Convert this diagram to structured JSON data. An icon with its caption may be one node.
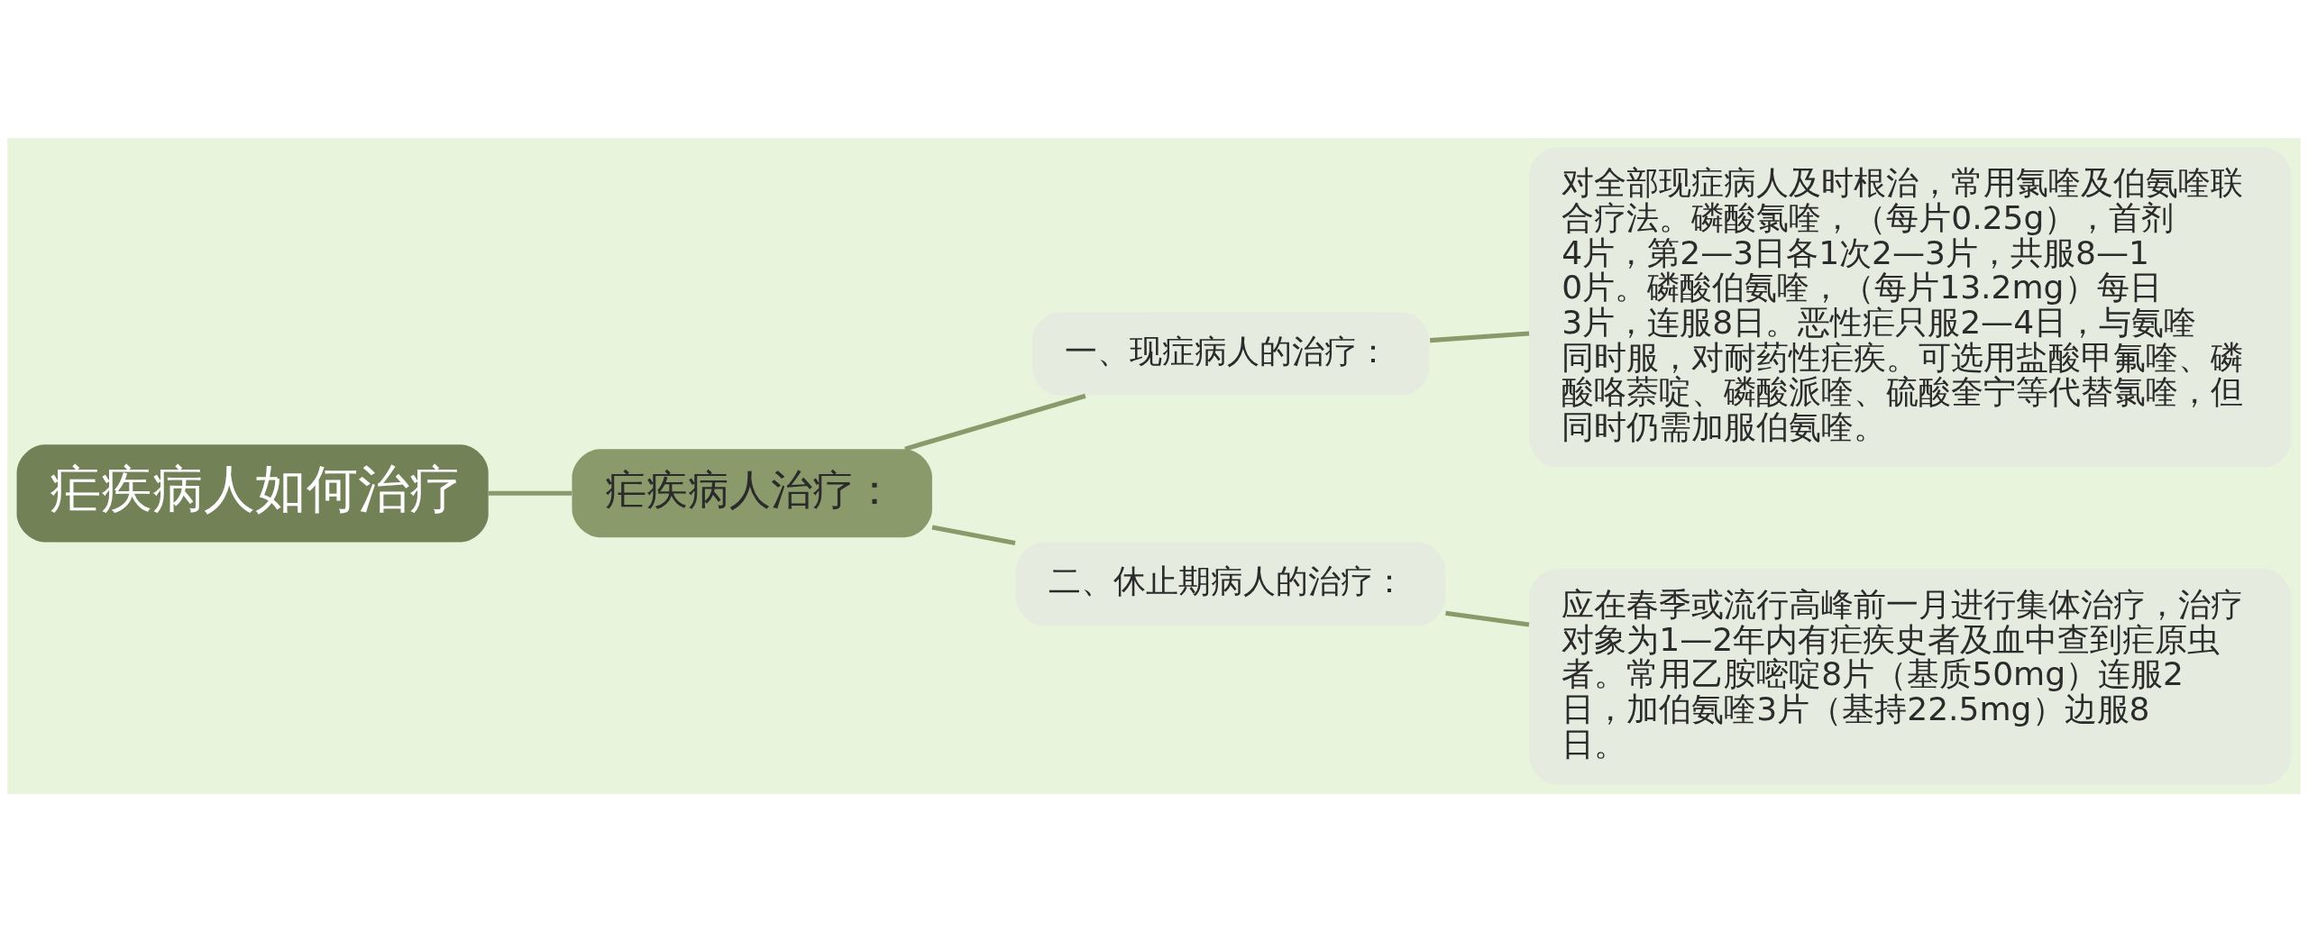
{
  "diagram": {
    "nodes": [
      {
        "text": [
          "疟疾病人如何治疗"
        ]
      },
      {
        "text": [
          "疟疾病人治疗："
        ]
      },
      {
        "text": [
          "一、现症病人的治疗："
        ]
      },
      {
        "text": [
          "对全部现症病人及时根治，常用氯喹及伯氨喹联合疗法。磷酸氯喹，（每片0.25g），首剂4片，第2—3日各1次2—3片，共服8—10片。磷酸伯氨喹，（每片13.2mg）每日3片，连服8日。恶性疟只服2—4日，与氨喹同时服，对耐药性疟疾。可选用盐酸甲氟喹、磷酸咯萘啶、磷酸派喹、硫酸奎宁等代替氯喹，但同时仍需加服伯氨喹。"
        ]
      },
      {
        "text": [
          "二、休止期病人的治疗："
        ]
      },
      {
        "text": [
          "应在春季或流行高峰前一月进行集体治疗，治疗对象为1—2年内有疟疾史者及血中查到疟原虫者。常用乙胺嘧啶8片（基质50mg）连服2日，加伯氨喹3片（基持22.5mg）边服8日。"
        ]
      }
    ],
    "edges": [
      {
        "from": 0,
        "to": 1,
        "arrow": "none"
      },
      {
        "from": 1,
        "to": 2,
        "arrow": "none"
      },
      {
        "from": 2,
        "to": 3,
        "arrow": "none"
      },
      {
        "from": 1,
        "to": 4,
        "arrow": "none"
      },
      {
        "from": 4,
        "to": 5,
        "arrow": "none"
      }
    ]
  }
}
